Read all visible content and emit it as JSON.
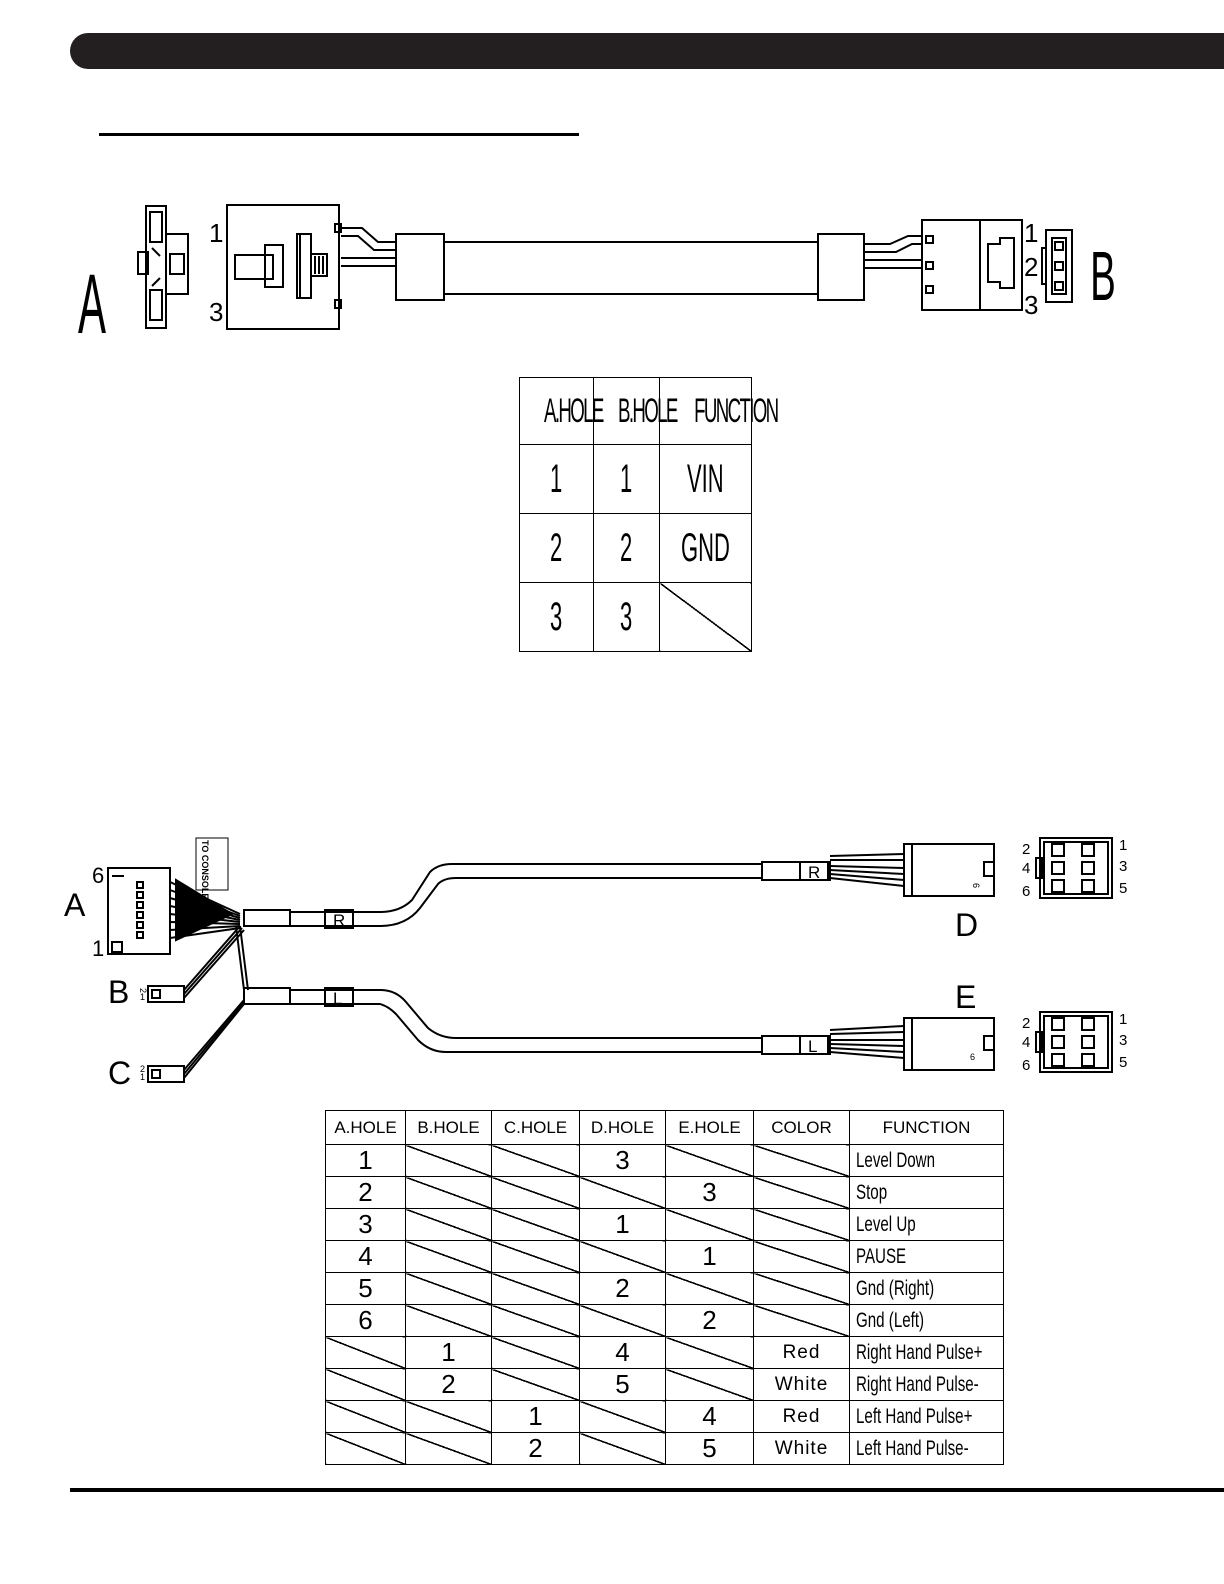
{
  "cable1": {
    "end_a_label": "A",
    "end_b_label": "B",
    "pin_top_a": "1",
    "pin_bottom_a": "3",
    "pins_b": [
      "1",
      "2",
      "3"
    ]
  },
  "table1": {
    "headers": [
      "A.HOLE",
      "B.HOLE",
      "FUNCTION"
    ],
    "rows": [
      {
        "a": "1",
        "b": "1",
        "func": "VIN"
      },
      {
        "a": "2",
        "b": "2",
        "func": "GND"
      },
      {
        "a": "3",
        "b": "3",
        "func": ""
      }
    ]
  },
  "cable2": {
    "end_a_label": "A",
    "end_b_label": "B",
    "end_c_label": "C",
    "end_d_label": "D",
    "end_e_label": "E",
    "to_console_label": "TO CONSOLE",
    "pin_a_top": "6",
    "pin_a_bottom": "1",
    "tag_right": "R",
    "tag_left": "L",
    "small_pins": [
      "2",
      "1"
    ],
    "housing_pins_left": [
      "2",
      "4",
      "6"
    ],
    "housing_pins_right": [
      "1",
      "3",
      "5"
    ],
    "plug_pin_mark": "6"
  },
  "table2": {
    "headers": [
      "A.HOLE",
      "B.HOLE",
      "C.HOLE",
      "D.HOLE",
      "E.HOLE",
      "COLOR",
      "FUNCTION"
    ],
    "rows": [
      {
        "a": "1",
        "b": "",
        "c": "",
        "d": "3",
        "e": "",
        "color": "",
        "func": "Level Down"
      },
      {
        "a": "2",
        "b": "",
        "c": "",
        "d": "",
        "e": "3",
        "color": "",
        "func": "Stop"
      },
      {
        "a": "3",
        "b": "",
        "c": "",
        "d": "1",
        "e": "",
        "color": "",
        "func": "Level Up"
      },
      {
        "a": "4",
        "b": "",
        "c": "",
        "d": "",
        "e": "1",
        "color": "",
        "func": "PAUSE"
      },
      {
        "a": "5",
        "b": "",
        "c": "",
        "d": "2",
        "e": "",
        "color": "",
        "func": "Gnd (Right)"
      },
      {
        "a": "6",
        "b": "",
        "c": "",
        "d": "",
        "e": "2",
        "color": "",
        "func": "Gnd (Left)"
      },
      {
        "a": "",
        "b": "1",
        "c": "",
        "d": "4",
        "e": "",
        "color": "Red",
        "func": "Right Hand Pulse+"
      },
      {
        "a": "",
        "b": "2",
        "c": "",
        "d": "5",
        "e": "",
        "color": "White",
        "func": "Right Hand Pulse-"
      },
      {
        "a": "",
        "b": "",
        "c": "1",
        "d": "",
        "e": "4",
        "color": "Red",
        "func": "Left Hand Pulse+"
      },
      {
        "a": "",
        "b": "",
        "c": "2",
        "d": "",
        "e": "5",
        "color": "White",
        "func": "Left Hand Pulse-"
      }
    ]
  }
}
